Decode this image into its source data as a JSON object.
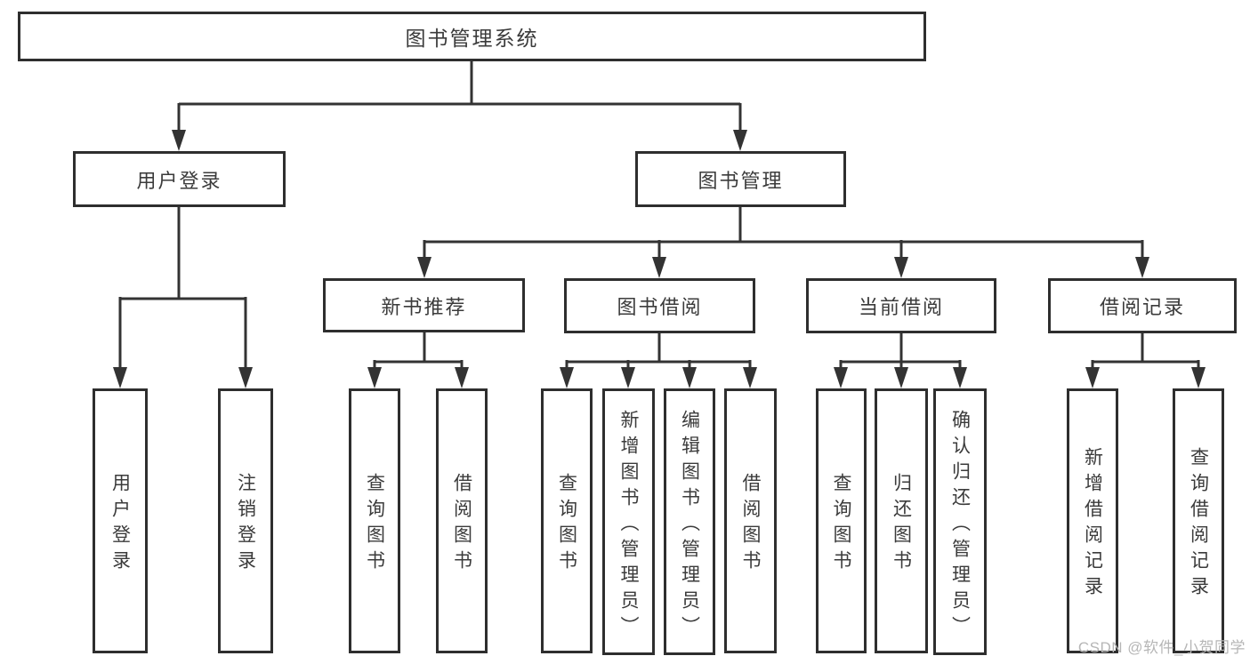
{
  "tree": {
    "root": {
      "label": "图书管理系统"
    },
    "level2": [
      {
        "label": "用户登录",
        "children": [
          {
            "label": "用户登录"
          },
          {
            "label": "注销登录"
          }
        ]
      },
      {
        "label": "图书管理"
      }
    ],
    "level3": [
      {
        "label": "新书推荐",
        "children": [
          {
            "label": "查询图书"
          },
          {
            "label": "借阅图书"
          }
        ]
      },
      {
        "label": "图书借阅",
        "children": [
          {
            "label": "查询图书"
          },
          {
            "label": "新增图书（管理员）"
          },
          {
            "label": "编辑图书（管理员）"
          },
          {
            "label": "借阅图书"
          }
        ]
      },
      {
        "label": "当前借阅",
        "children": [
          {
            "label": "查询图书"
          },
          {
            "label": "归还图书"
          },
          {
            "label": "确认归还（管理员）"
          }
        ]
      },
      {
        "label": "借阅记录",
        "children": [
          {
            "label": "新增借阅记录"
          },
          {
            "label": "查询借阅记录"
          }
        ]
      }
    ]
  },
  "watermark": {
    "text": "CSDN @软件_小贺同学",
    "color": "#b6b6b6"
  },
  "colors": {
    "line": "#333333",
    "box_border": "#2e2e2e",
    "text": "#3b3b3b",
    "background": "#ffffff"
  }
}
